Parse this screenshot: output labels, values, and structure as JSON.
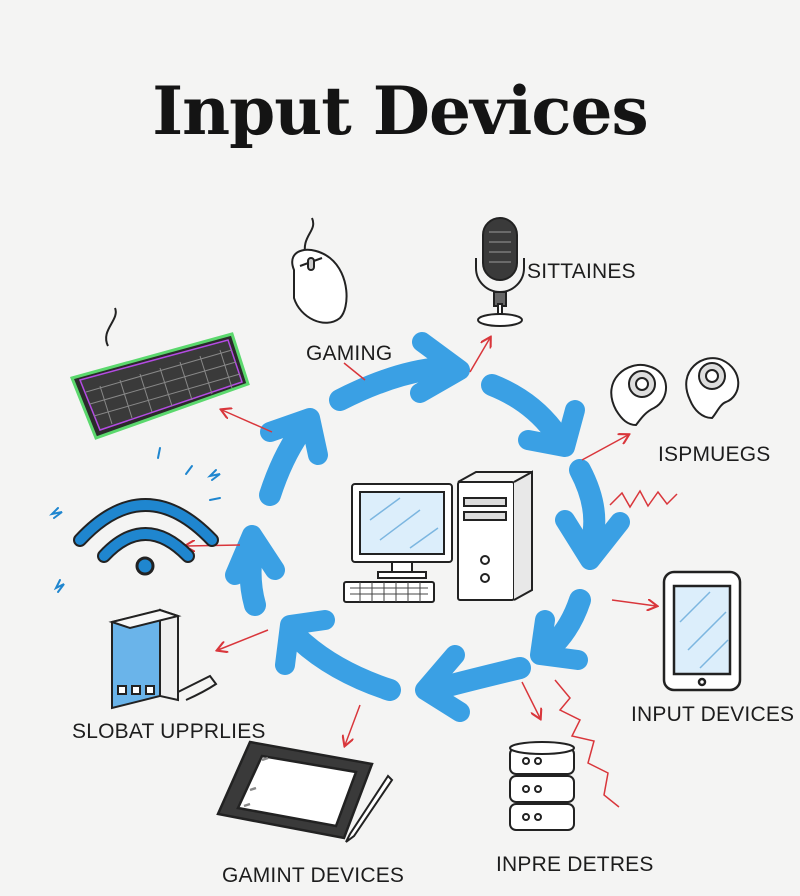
{
  "title": "Input Devices",
  "labels": {
    "gaming": "GAMING",
    "sittaines": "SITTAINES",
    "ispmuegs": "ISPMUEGS",
    "input_devices": "INPUT DEVICES",
    "inpre_detres": "INPRE DETRES",
    "gamint_devices": "GAMINT DEVICES",
    "slobat_upprlies": "SLOBAT UPPRLIES"
  },
  "icons": [
    "mouse-icon",
    "microphone-icon",
    "vr-controllers-icon",
    "tablet-icon",
    "server-icon",
    "drawing-tablet-icon",
    "tower-icon",
    "wifi-icon",
    "keyboard-icon",
    "desktop-computer-icon"
  ],
  "colors": {
    "cycle_arrow": "#3aa0e4",
    "pointer_arrow": "#d9363b",
    "ink": "#222222"
  }
}
